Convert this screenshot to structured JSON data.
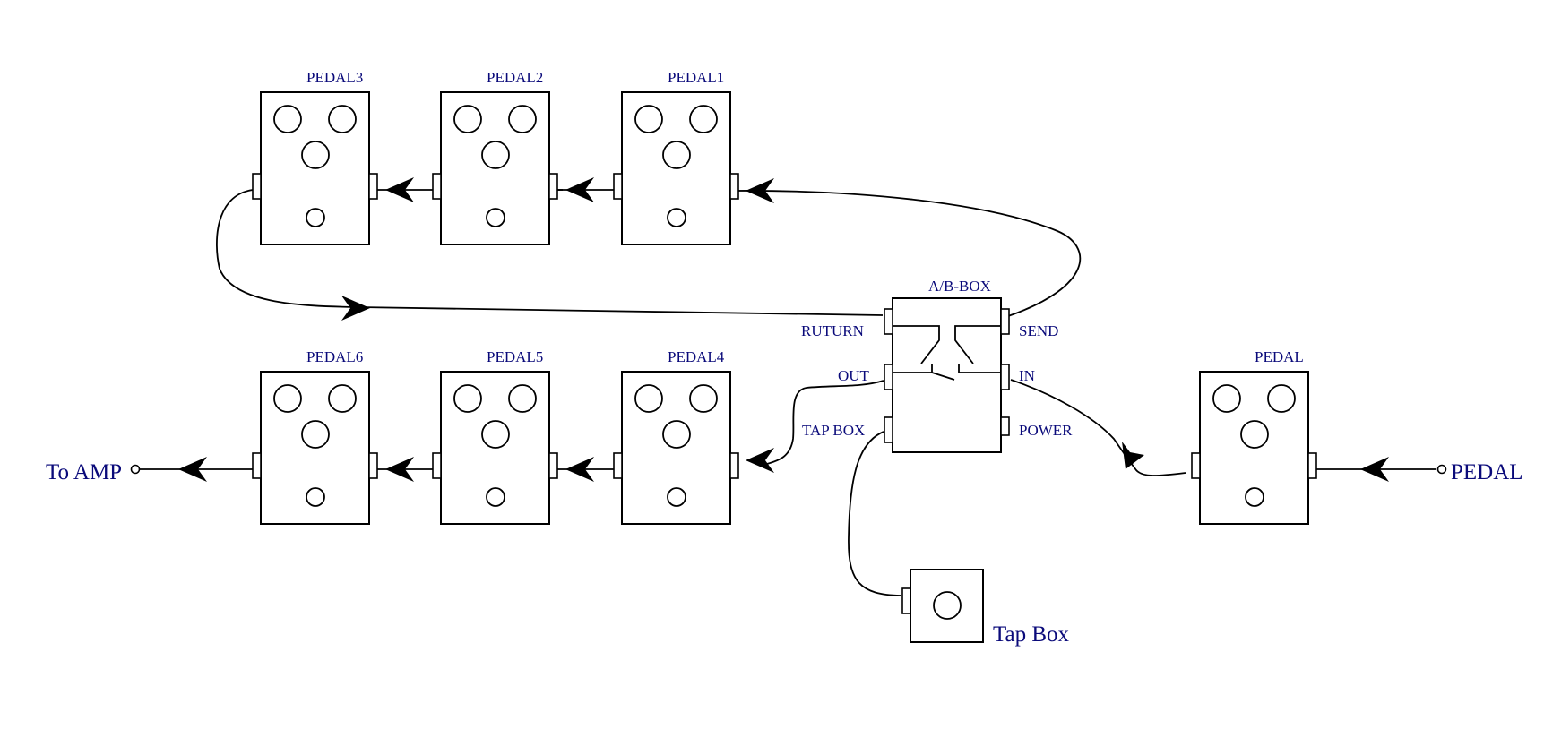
{
  "pedals": {
    "pedal1": "PEDAL1",
    "pedal2": "PEDAL2",
    "pedal3": "PEDAL3",
    "pedal4": "PEDAL4",
    "pedal5": "PEDAL5",
    "pedal6": "PEDAL6",
    "input_pedal": "PEDAL"
  },
  "ab_box": {
    "title": "A/B-BOX",
    "return_label": "RUTURN",
    "send_label": "SEND",
    "out_label": "OUT",
    "in_label": "IN",
    "tapbox_label": "TAP BOX",
    "power_label": "POWER"
  },
  "tap_box": {
    "label": "Tap Box"
  },
  "endpoints": {
    "output": "To AMP",
    "input": "PEDAL"
  }
}
